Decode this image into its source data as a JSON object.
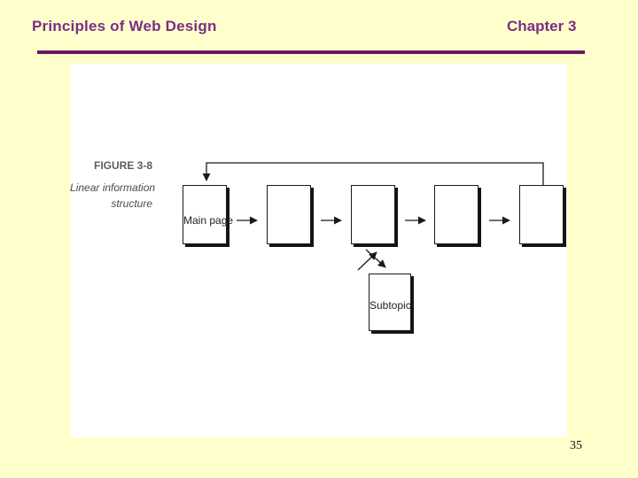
{
  "slide": {
    "title": "Principles of Web Design",
    "chapter": "Chapter 3",
    "page_number": "35",
    "colors": {
      "background": "#FFFFCC",
      "heading_text": "#7B2E85",
      "rule": "#6B1760",
      "panel": "#FFFFFF",
      "diagram_line": "#1A1A1A",
      "caption_text": "#4A4A4A"
    }
  },
  "figure": {
    "label": "FIGURE 3-8",
    "caption_lines": [
      "Linear information",
      "structure"
    ],
    "diagram": {
      "type": "linear-information-structure",
      "main_page_label": "Main page",
      "subtopic_label": "Subtopic",
      "unlabeled_page_count": 4,
      "links": [
        {
          "from": "main-page",
          "to": "page-2",
          "type": "forward-arrow"
        },
        {
          "from": "page-2",
          "to": "page-3",
          "type": "forward-arrow"
        },
        {
          "from": "page-3",
          "to": "page-4",
          "type": "forward-arrow"
        },
        {
          "from": "page-4",
          "to": "page-5",
          "type": "forward-arrow"
        },
        {
          "from": "page-5",
          "to": "main-page",
          "type": "loop-back-arrow"
        },
        {
          "from": "page-3",
          "to": "subtopic",
          "type": "bidirectional-arrow"
        }
      ]
    }
  }
}
